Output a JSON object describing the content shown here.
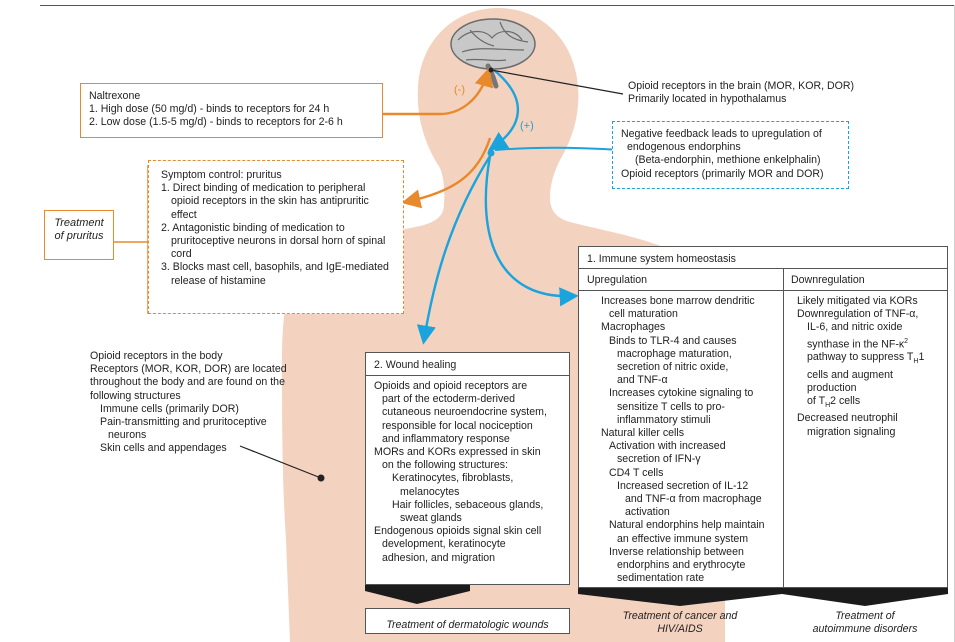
{
  "brain_box": {
    "line1": "Opioid receptors in the brain (MOR, KOR, DOR)",
    "line2": "Primarily located in hypothalamus"
  },
  "feedback_labels": {
    "minus": "(-)",
    "plus": "(+)"
  },
  "naltrexone": {
    "title": "Naltrexone",
    "item1": "1. High dose (50 mg/d) - binds to receptors for 24 h",
    "item2": "2. Low dose (1.5-5 mg/d) - binds to receptors for 2-6 h"
  },
  "negative_feedback": {
    "line1": "Negative feedback leads to upregulation of",
    "line2": "endogenous endorphins",
    "line3": "(Beta-endorphin, methione enkelphalin)",
    "line4": "Opioid receptors (primarily MOR and DOR)"
  },
  "symptom_control": {
    "title": "Symptom control: pruritus",
    "lines": [
      "1. Direct binding of medication to peripheral",
      "opioid receptors in the skin has antipruritic",
      "effect",
      "2. Antagonistic binding of medication to",
      "pruritoceptive neurons in dorsal horn of spinal",
      "cord",
      "3. Blocks mast cell, basophils, and IgE-mediated",
      "release of histamine"
    ]
  },
  "treatment_pruritus": {
    "line1": "Treatment",
    "line2": "of pruritus"
  },
  "immune": {
    "title": "1. Immune system homeostasis",
    "upregulation_header": "Upregulation",
    "downregulation_header": "Downregulation",
    "up_lines": [
      "Increases bone marrow dendritic",
      "cell maturation",
      "Macrophages",
      "Binds to TLR-4 and causes",
      "macrophage maturation,",
      "secretion of nitric oxide,",
      "and TNF-α",
      "Increases cytokine signaling to",
      "sensitize T cells to pro-",
      "inflammatory stimuli",
      "Natural killer cells",
      "Activation with increased",
      "secretion of IFN-γ",
      "CD4 T cells",
      "Increased secretion of IL-12",
      "and TNF-α from macrophage",
      "activation",
      "Natural endorphins help maintain",
      "an effective immune system",
      "Inverse relationship between",
      "endorphins and erythrocyte",
      "sedimentation rate"
    ],
    "down_lines": [
      "Likely mitigated via KORs",
      "Downregulation of TNF-α,",
      "IL-6, and nitric oxide",
      "synthase in the NF-κ",
      "pathway to suppress T",
      "cells and augment",
      "production",
      "of T",
      "Decreased neutrophil",
      "migration signaling"
    ],
    "sup_2": "2",
    "sub_h": "H",
    "suffix_1": "1",
    "suffix_2cells": "2 cells"
  },
  "body_receptors": {
    "lines": [
      "Opioid receptors in the body",
      "Receptors (MOR, KOR, DOR) are located",
      "throughout the body and are found on the",
      "following structures",
      "Immune cells (primarily DOR)",
      "Pain-transmitting and pruritoceptive",
      "neurons",
      "Skin cells and appendages"
    ]
  },
  "wound": {
    "title": "2. Wound healing",
    "lines": [
      "Opioids and opioid receptors are",
      "part of the ectoderm-derived",
      "cutaneous neuroendocrine system,",
      "responsible for local nociception",
      "and inflammatory response",
      "MORs and KORs expressed in skin",
      "on the following structures:",
      "Keratinocytes, fibroblasts,",
      "melanocytes",
      "Hair follicles, sebaceous glands,",
      "sweat glands",
      "Endogenous opioids signal skin cell",
      "development, keratinocyte",
      "adhesion, and migration"
    ]
  },
  "outcomes": {
    "wounds": "Treatment of dermatologic wounds",
    "cancer_l1": "Treatment of cancer and",
    "cancer_l2": "HIV/AIDS",
    "autoimmune_l1": "Treatment of",
    "autoimmune_l2": "autoimmune disorders"
  },
  "colors": {
    "orange": "#e8892c",
    "blue": "#1aa3dc",
    "skin": "#f3d3c0",
    "border_gray": "#555555"
  }
}
